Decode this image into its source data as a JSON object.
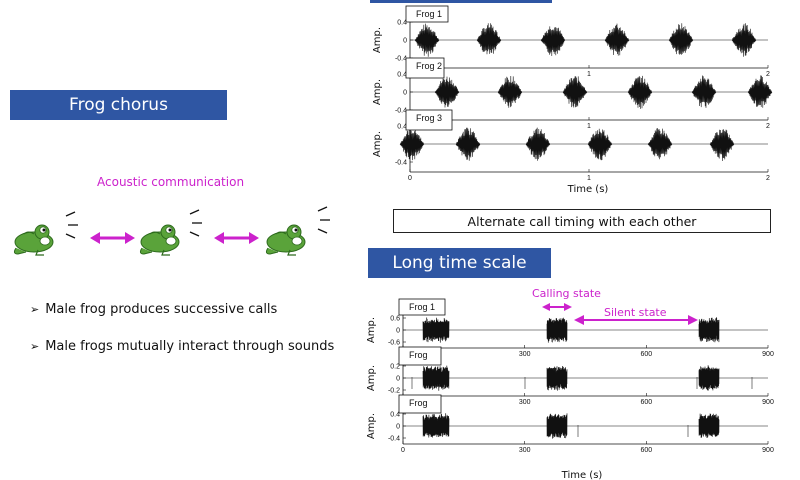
{
  "left_panel": {
    "title": "Frog chorus",
    "acoustic_label": "Acoustic communication",
    "bullets": [
      "Male frog produces successive calls",
      "Male frogs mutually interact through sounds"
    ],
    "bullet_marker": "➢"
  },
  "short_scale": {
    "panels": [
      {
        "frog_label": "Frog 1"
      },
      {
        "frog_label": "Frog 2"
      },
      {
        "frog_label": "Frog 3"
      }
    ],
    "y_label": "Amp.",
    "y_ticks": [
      "0.4",
      "0",
      "-0.4"
    ],
    "x_ticks": [
      "0",
      "1",
      "2"
    ],
    "x_label": "Time (s)",
    "caption": "Alternate call timing with each other"
  },
  "long_scale": {
    "title": "Long time scale",
    "panels": [
      {
        "frog_label": "Frog 1",
        "y_ticks": [
          "0.6",
          "0",
          "-0.6"
        ]
      },
      {
        "frog_label": "Frog",
        "y_ticks": [
          "0.2",
          "0",
          "-0.2"
        ]
      },
      {
        "frog_label": "Frog",
        "y_ticks": [
          "0.4",
          "0",
          "-0.4"
        ]
      }
    ],
    "y_label": "Amp.",
    "x_ticks": [
      "0",
      "300",
      "600",
      "900"
    ],
    "x_label": "Time (s)",
    "calling_state_label": "Calling state",
    "silent_state_label": "Silent state"
  },
  "colors": {
    "banner": "#2f56a3",
    "accent": "#cc22cc",
    "frog_green": "#5aa33a"
  }
}
